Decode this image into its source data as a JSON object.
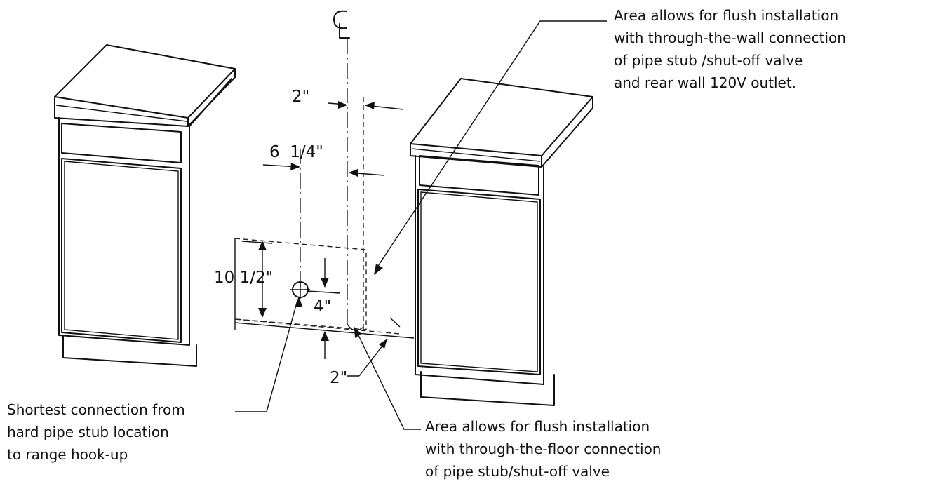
{
  "centerline_label": "CL",
  "dimensions": {
    "offset_2_top": "2\"",
    "offset_6_1_4": "6  1/4\"",
    "height_10_1_2": "10 1/2\"",
    "height_4": "4\"",
    "offset_2_bottom": "2\""
  },
  "notes": {
    "wall_connection": [
      "Area allows for flush installation",
      "with through-the-wall connection",
      "of pipe stub /shut-off valve",
      "and rear wall 120V outlet."
    ],
    "shortest_connection": [
      "Shortest connection from",
      "hard pipe stub location",
      "to range hook-up"
    ],
    "floor_connection": [
      "Area allows for flush installation",
      "with through-the-floor connection",
      "of pipe stub/shut-off valve"
    ]
  }
}
